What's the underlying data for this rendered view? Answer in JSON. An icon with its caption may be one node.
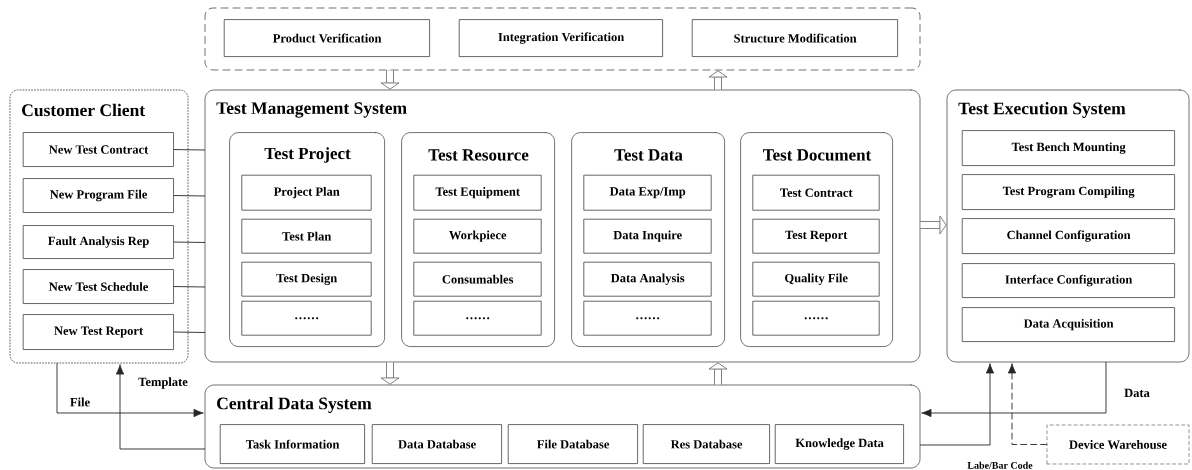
{
  "diagram": {
    "nodes": [
      {
        "text": [],
        "shape": "box"
      },
      {
        "text": [
          "Product Verification"
        ],
        "in": 0
      },
      {
        "text": [
          "Integration Verification"
        ],
        "in": 0
      },
      {
        "text": [
          "Structure Modification"
        ],
        "in": 0
      },
      {
        "text": [
          "Customer Client"
        ]
      },
      {
        "text": [
          "New Test Contract"
        ],
        "in": 4
      },
      {
        "text": [
          "New Program File"
        ],
        "in": 4
      },
      {
        "text": [
          "Fault Analysis Rep"
        ],
        "in": 4
      },
      {
        "text": [
          "New Test Schedule"
        ],
        "in": 4
      },
      {
        "text": [
          "New Test Report"
        ],
        "in": 4
      },
      {
        "text": [
          "Test Management System"
        ]
      },
      {
        "text": [
          "Test Project"
        ],
        "in": 10
      },
      {
        "text": [
          "Project Plan"
        ],
        "in": 11
      },
      {
        "text": [
          "Test Plan"
        ],
        "in": 11
      },
      {
        "text": [
          "Test Design"
        ],
        "in": 11
      },
      {
        "text": [
          "……"
        ],
        "in": 11
      },
      {
        "text": [
          "Test Resource"
        ],
        "in": 10
      },
      {
        "text": [
          "Test Equipment"
        ],
        "in": 16
      },
      {
        "text": [
          "Workpiece"
        ],
        "in": 16
      },
      {
        "text": [
          "Consumables"
        ],
        "in": 16
      },
      {
        "text": [
          "……"
        ],
        "in": 16
      },
      {
        "text": [
          "Test Data"
        ],
        "in": 10
      },
      {
        "text": [
          "Data Exp/Imp"
        ],
        "in": 21
      },
      {
        "text": [
          "Data Inquire"
        ],
        "in": 21
      },
      {
        "text": [
          "Data Analysis"
        ],
        "in": 21
      },
      {
        "text": [
          "……"
        ],
        "in": 21
      },
      {
        "text": [
          "Test Document"
        ],
        "in": 10
      },
      {
        "text": [
          "Test Contract"
        ],
        "in": 26
      },
      {
        "text": [
          "Test Report"
        ],
        "in": 26
      },
      {
        "text": [
          "Quality File"
        ],
        "in": 26
      },
      {
        "text": [
          "……"
        ],
        "in": 26
      },
      {
        "text": [
          "Test Execution System"
        ]
      },
      {
        "text": [
          "Test Bench Mounting"
        ],
        "in": 31
      },
      {
        "text": [
          "Test Program Compiling"
        ],
        "in": 31
      },
      {
        "text": [
          "Channel Configuration"
        ],
        "in": 31
      },
      {
        "text": [
          "Interface Configuration"
        ],
        "in": 31
      },
      {
        "text": [
          "Data Acquisition"
        ],
        "in": 31
      },
      {
        "text": [
          "Central Data System"
        ]
      },
      {
        "text": [
          "Task Information"
        ],
        "in": 37
      },
      {
        "text": [
          "Data Database"
        ],
        "in": 37
      },
      {
        "text": [
          "File Database"
        ],
        "in": 37
      },
      {
        "text": [
          "Res Database"
        ],
        "in": 37
      },
      {
        "text": [
          "Knowledge Data"
        ],
        "in": 37
      },
      {
        "text": [
          "Device Warehouse"
        ]
      }
    ],
    "edges": [
      {
        "from": 5,
        "to": 10,
        "arrow": "none"
      },
      {
        "from": 6,
        "to": 10,
        "arrow": "none"
      },
      {
        "from": 7,
        "to": 10,
        "arrow": "none"
      },
      {
        "from": 8,
        "to": 10,
        "arrow": "none"
      },
      {
        "from": 9,
        "to": 10,
        "arrow": "none"
      },
      {
        "from": 0,
        "to": 10,
        "arrow": "to",
        "style": "thick"
      },
      {
        "from": 10,
        "to": 0,
        "arrow": "to",
        "style": "thick"
      },
      {
        "from": 10,
        "to": 37,
        "arrow": "to",
        "style": "thick"
      },
      {
        "from": 37,
        "to": 10,
        "arrow": "to",
        "style": "thick"
      },
      {
        "from": 10,
        "to": 31,
        "arrow": "to",
        "style": "thick"
      },
      {
        "from": 4,
        "to": 37,
        "arrow": "to",
        "label": "File"
      },
      {
        "from": 37,
        "to": 4,
        "arrow": "to",
        "label": "Template"
      },
      {
        "from": 31,
        "to": 37,
        "arrow": "to",
        "label": "Data"
      },
      {
        "from": 37,
        "to": 31,
        "arrow": "to"
      },
      {
        "from": 43,
        "to": 31,
        "arrow": "to",
        "style": "dashed",
        "label": "Labe/Bar Code"
      }
    ]
  }
}
